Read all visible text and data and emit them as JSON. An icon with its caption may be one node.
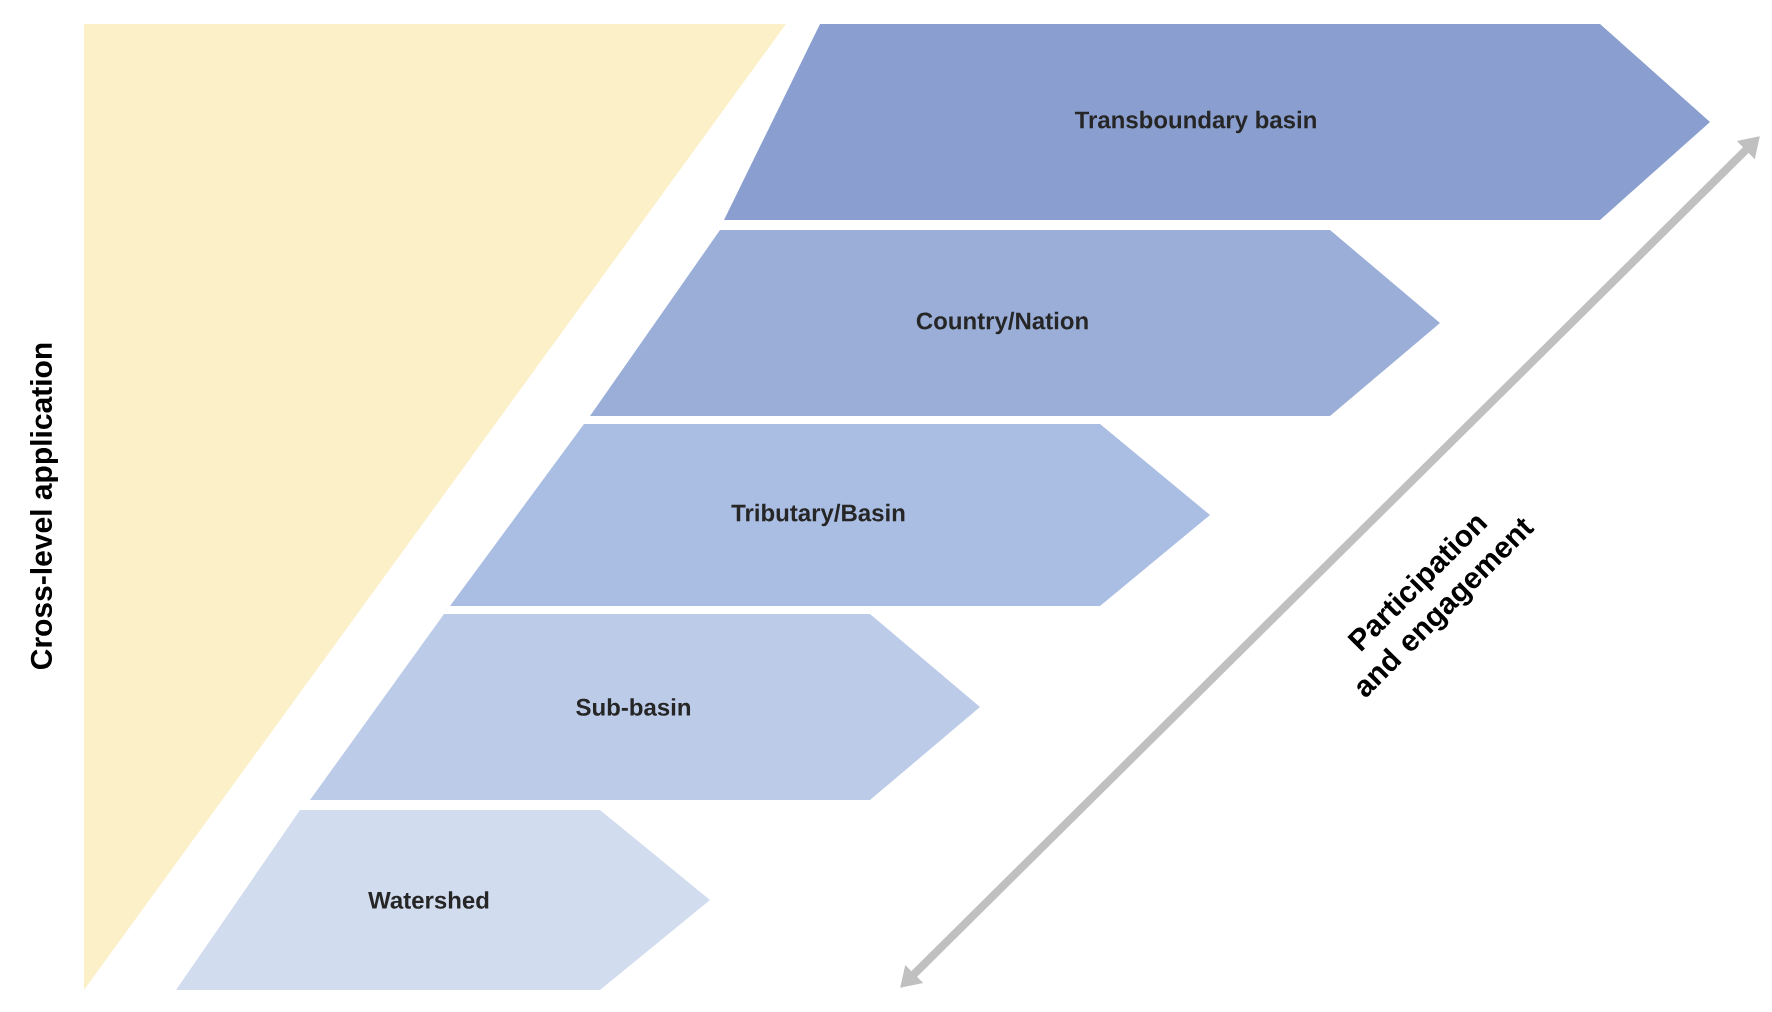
{
  "diagram": {
    "nodes": [
      {
        "text": [
          "Transboundary basin"
        ]
      },
      {
        "text": [
          "Country/Nation"
        ]
      },
      {
        "text": [
          "Tributary/Basin"
        ]
      },
      {
        "text": [
          "Sub-basin"
        ]
      },
      {
        "text": [
          "Watershed"
        ]
      }
    ],
    "labels": [
      "Cross-level application",
      "Participation and engagement"
    ]
  }
}
